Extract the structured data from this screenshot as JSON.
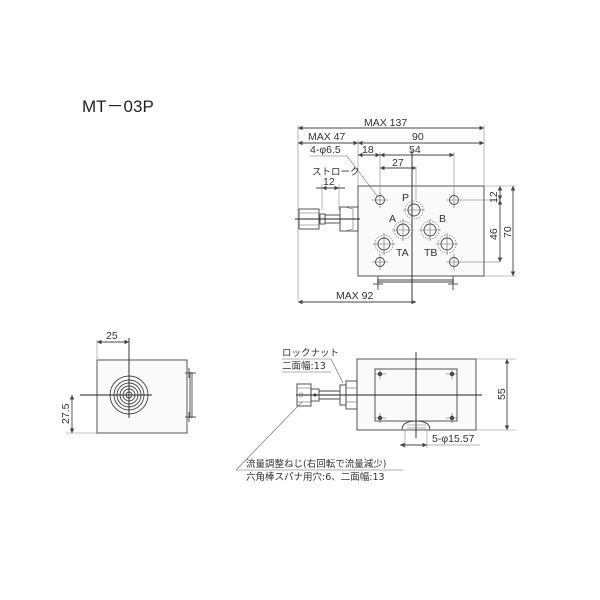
{
  "title": "MT－03P",
  "top_view": {
    "dimensions": {
      "max_137": "MAX 137",
      "max_47": "MAX 47",
      "d90": "90",
      "holes": "4-φ6.5",
      "d18": "18",
      "d54": "54",
      "d27": "27",
      "stroke_label": "ストローク",
      "d12_stroke": "12",
      "d12_right": "12",
      "d46": "46",
      "d70": "70",
      "max_92": "MAX 92"
    },
    "ports": {
      "p": "P",
      "a": "A",
      "b": "B",
      "ta": "TA",
      "tb": "TB"
    }
  },
  "front_view": {
    "dimensions": {
      "d25": "25",
      "d27_5": "27.5"
    }
  },
  "side_view": {
    "dimensions": {
      "d55": "55",
      "orings": "5-φ15.57"
    },
    "notes": {
      "locknut": "ロックナット",
      "locknut_width": "二面幅:13",
      "adjust_screw": "流量調整ねじ(右回転で流量減少)",
      "hex_wrench": "六角棒スパナ用穴:6、二面幅:13"
    }
  },
  "colors": {
    "line": "#444444",
    "body_fill": "#fafafa",
    "background": "#ffffff"
  }
}
